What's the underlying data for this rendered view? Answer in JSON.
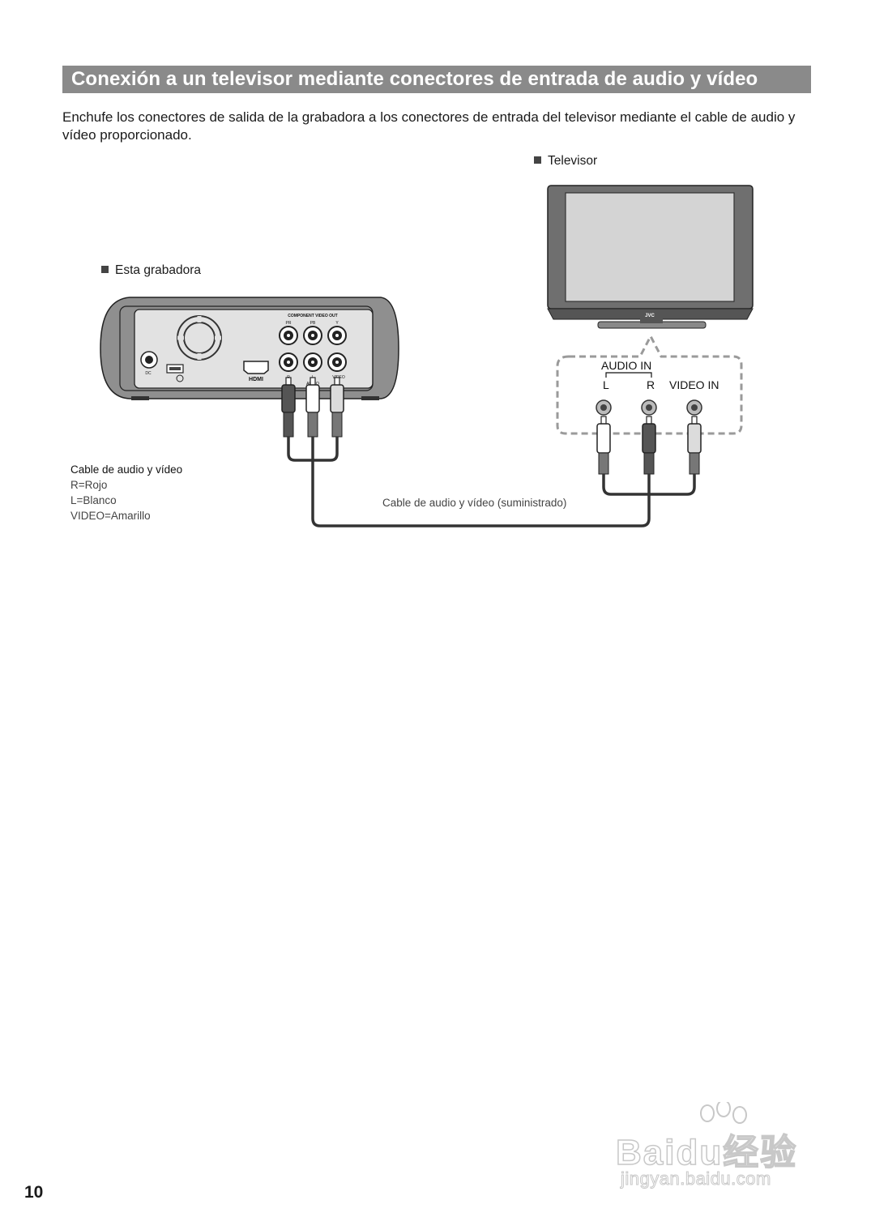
{
  "section": {
    "heading": "Conexión a un televisor mediante conectores de entrada de audio y vídeo",
    "intro": "Enchufe los conectores de salida de la grabadora a los conectores de entrada del televisor mediante el cable de audio y vídeo proporcionado."
  },
  "diagram": {
    "tv_label": "Televisor",
    "recorder_label": "Esta grabadora",
    "tv_brand": "JVC",
    "recorder_panel": {
      "component_out": "COMPONENT VIDEO OUT",
      "pr": "PR",
      "pb": "PB",
      "y": "Y",
      "audio": "AUDIO",
      "l": "L",
      "r": "R",
      "video": "VIDEO",
      "dc": "DC",
      "hdmi": "HDMI"
    },
    "tv_inputs": {
      "audio_in": "AUDIO IN",
      "l": "L",
      "r": "R",
      "video_in": "VIDEO IN"
    },
    "legend": {
      "title": "Cable de audio y vídeo",
      "r": "R=Rojo",
      "l": "L=Blanco",
      "video": "VIDEO=Amarillo"
    },
    "cable_label": "Cable de audio y vídeo (suministrado)"
  },
  "page": {
    "number": "10"
  },
  "watermark": {
    "logo": "Baidu经验",
    "url": "jingyan.baidu.com"
  }
}
